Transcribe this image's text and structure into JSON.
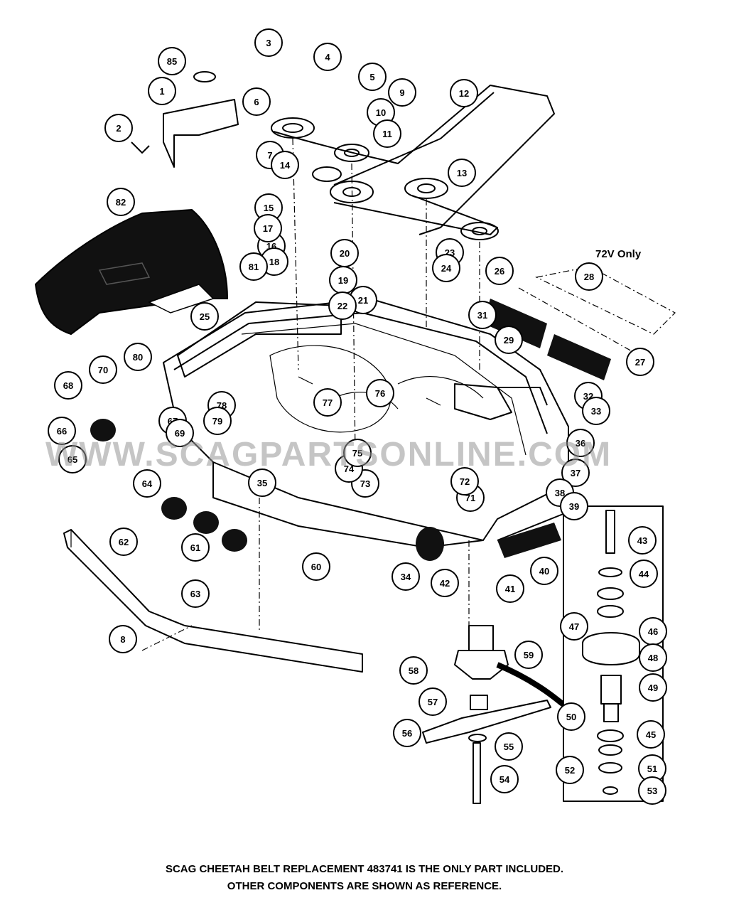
{
  "diagram": {
    "callouts": [
      "85",
      "1",
      "2",
      "3",
      "4",
      "5",
      "6",
      "7",
      "8",
      "9",
      "10",
      "11",
      "12",
      "13",
      "14",
      "15",
      "16",
      "17",
      "18",
      "19",
      "20",
      "21",
      "22",
      "23",
      "24",
      "25",
      "26",
      "27",
      "28",
      "29",
      "31",
      "32",
      "33",
      "34",
      "35",
      "36",
      "37",
      "38",
      "39",
      "40",
      "41",
      "42",
      "43",
      "44",
      "45",
      "46",
      "47",
      "48",
      "49",
      "50",
      "51",
      "52",
      "53",
      "54",
      "55",
      "56",
      "57",
      "58",
      "59",
      "60",
      "61",
      "62",
      "63",
      "64",
      "65",
      "66",
      "67",
      "68",
      "69",
      "70",
      "71",
      "72",
      "73",
      "74",
      "75",
      "76",
      "77",
      "78",
      "79",
      "80",
      "81",
      "82"
    ],
    "region_label": "72V Only",
    "watermark": "WWW.SCAGPARTSONLINE.COM"
  },
  "caption": {
    "line1": "SCAG CHEETAH BELT REPLACEMENT 483741 IS THE ONLY PART INCLUDED.",
    "line2": "OTHER COMPONENTS ARE SHOWN AS REFERENCE."
  }
}
